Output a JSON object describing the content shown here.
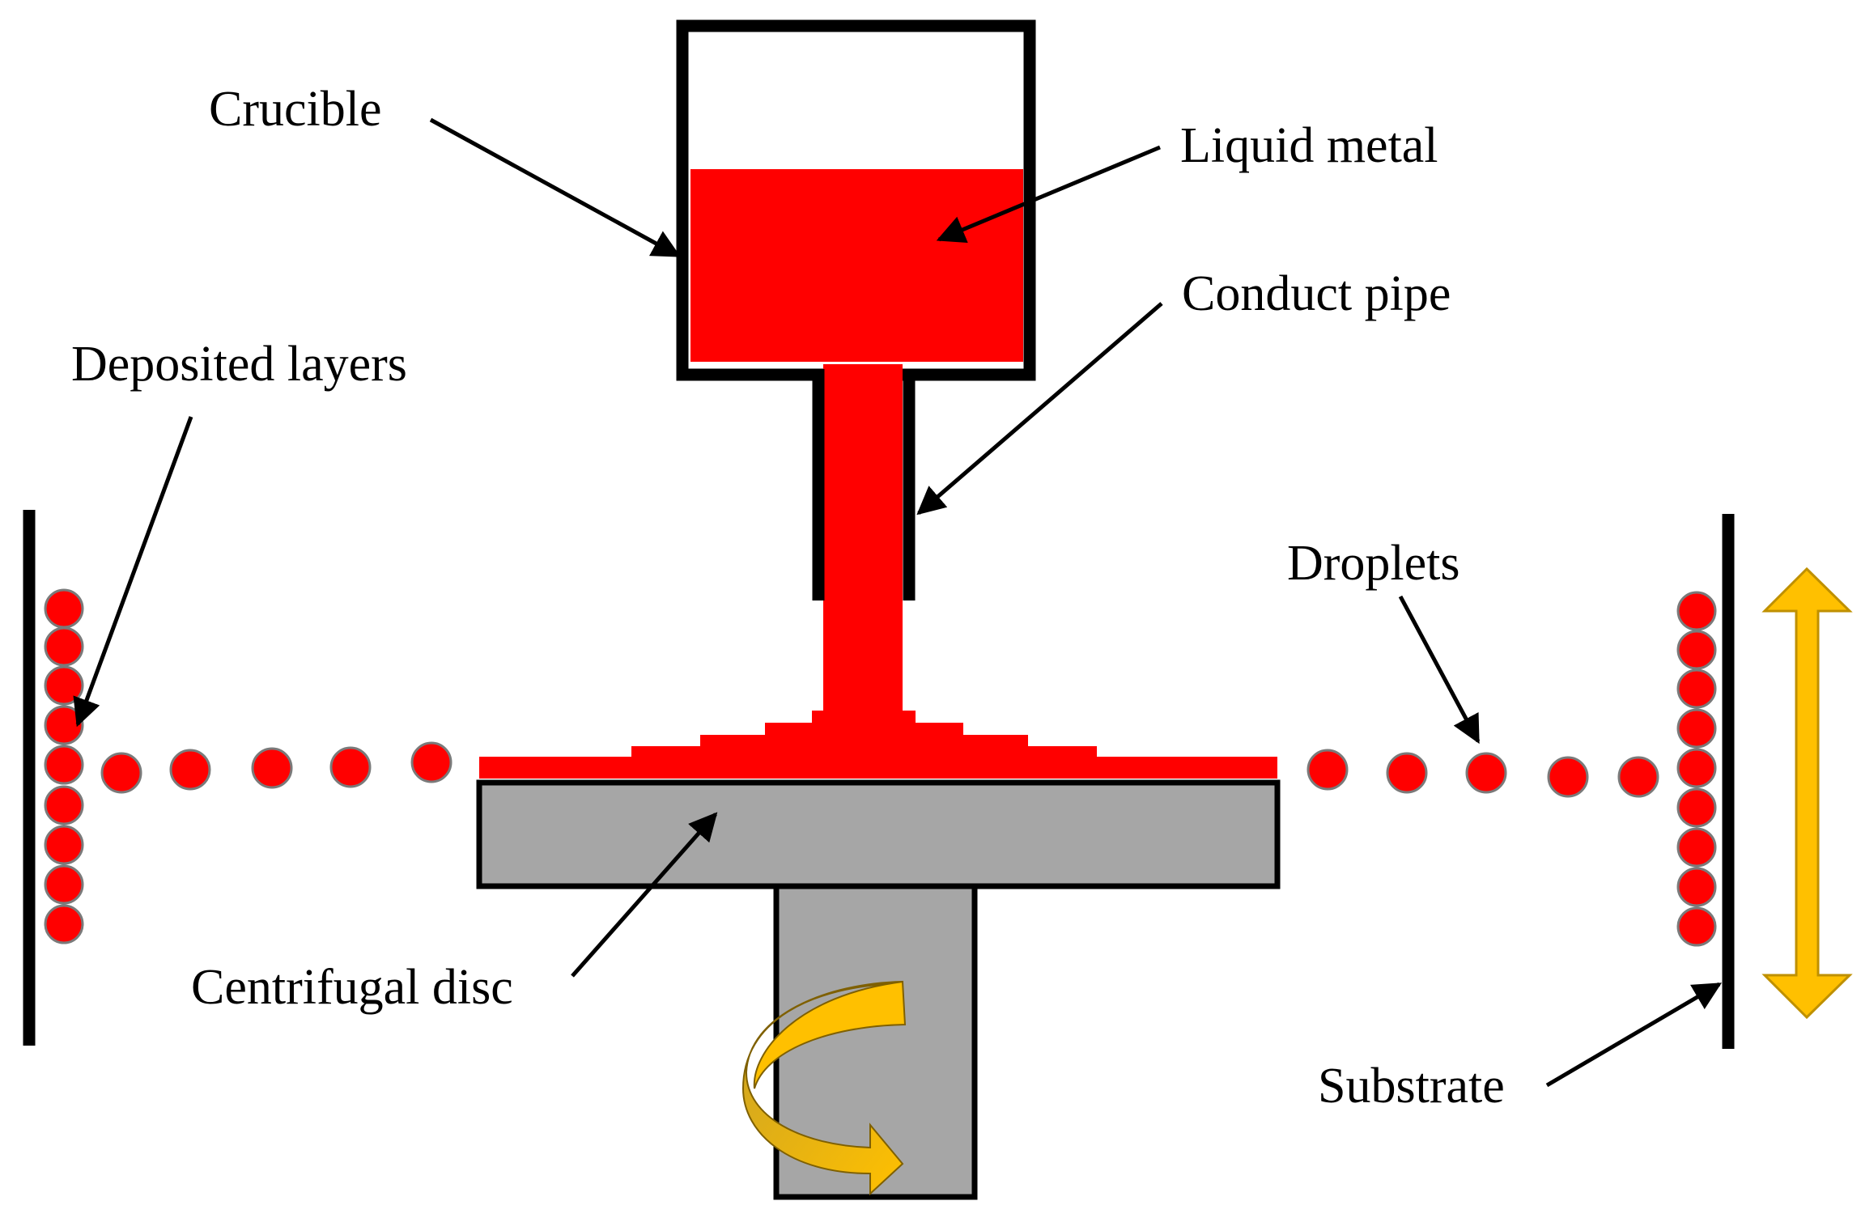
{
  "labels": {
    "crucible": "Crucible",
    "liquid_metal": "Liquid metal",
    "conduct_pipe": "Conduct pipe",
    "deposited_layers": "Deposited layers",
    "droplets": "Droplets",
    "centrifugal_disc": "Centrifugal disc",
    "substrate": "Substrate"
  },
  "colors": {
    "metal": "#ff0000",
    "disc": "#a6a6a6",
    "arrow": "#ffc000",
    "arrow_dark": "#bf9000",
    "outline": "#000000"
  },
  "icons": {
    "rotation": "rotation-arrow-icon",
    "motion": "double-arrow-icon"
  }
}
